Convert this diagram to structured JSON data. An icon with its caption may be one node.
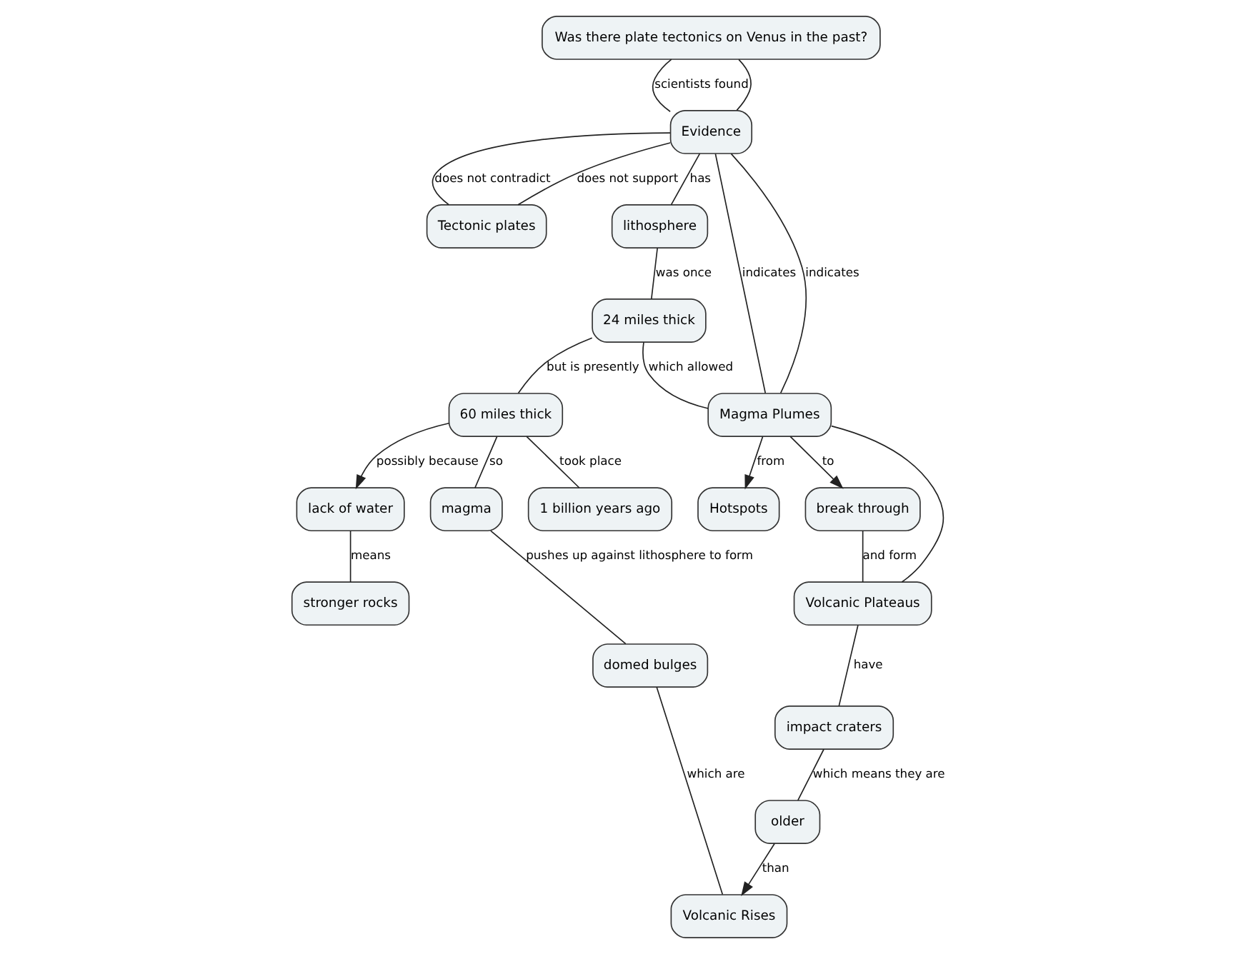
{
  "diagram": {
    "nodes": [
      {
        "text": [
          "Was there plate tectonics on Venus in the past?"
        ]
      },
      {
        "text": [
          "Evidence"
        ]
      },
      {
        "text": [
          "Tectonic plates"
        ]
      },
      {
        "text": [
          "lithosphere"
        ]
      },
      {
        "text": [
          "Hotspots"
        ]
      },
      {
        "text": [
          "24 miles thick"
        ]
      },
      {
        "text": [
          "Magma Plumes"
        ]
      },
      {
        "text": [
          "lack of water"
        ]
      },
      {
        "text": [
          "break through"
        ]
      },
      {
        "text": [
          "60 miles thick"
        ]
      },
      {
        "text": [
          "Volcanic Plateaus"
        ]
      },
      {
        "text": [
          "magma"
        ]
      },
      {
        "text": [
          "1 billion years ago"
        ]
      },
      {
        "text": [
          "stronger rocks"
        ]
      },
      {
        "text": [
          "impact craters"
        ]
      },
      {
        "text": [
          "domed bulges"
        ]
      },
      {
        "text": [
          "older"
        ]
      },
      {
        "text": [
          "Volcanic Rises"
        ]
      }
    ],
    "edges": [
      {
        "from": 0,
        "to": 1,
        "label": "scientists found",
        "arrow": "none"
      },
      {
        "from": 0,
        "to": 1,
        "arrow": "none"
      },
      {
        "from": 1,
        "to": 2,
        "label": "does not contradict",
        "arrow": "none"
      },
      {
        "from": 1,
        "to": 2,
        "label": "does not support",
        "arrow": "none"
      },
      {
        "from": 1,
        "to": 6,
        "label": "indicates",
        "arrow": "none"
      },
      {
        "from": 1,
        "to": 6,
        "label": "indicates",
        "arrow": "none"
      },
      {
        "from": 1,
        "to": 3,
        "label": "has",
        "arrow": "none"
      },
      {
        "from": 3,
        "to": 5,
        "label": "was once",
        "arrow": "none"
      },
      {
        "from": 5,
        "to": 6,
        "label": "which allowed",
        "arrow": "none"
      },
      {
        "from": 6,
        "to": 4,
        "label": "from",
        "arrow": "to"
      },
      {
        "from": 6,
        "to": 8,
        "label": "to",
        "arrow": "to"
      },
      {
        "from": 8,
        "to": 10,
        "label": "and form",
        "arrow": "none"
      },
      {
        "from": 6,
        "to": 10,
        "arrow": "none"
      },
      {
        "from": 5,
        "to": 9,
        "label": "but is presently",
        "arrow": "none"
      },
      {
        "from": 9,
        "to": 7,
        "label": "possibly because",
        "arrow": "to"
      },
      {
        "from": 7,
        "to": 13,
        "label": "means",
        "arrow": "none"
      },
      {
        "from": 9,
        "to": 12,
        "label": "took place",
        "arrow": "none"
      },
      {
        "from": 9,
        "to": 11,
        "label": "so",
        "arrow": "none"
      },
      {
        "from": 11,
        "to": 15,
        "label": "pushes up against lithosphere to form",
        "arrow": "none"
      },
      {
        "from": 10,
        "to": 14,
        "label": "have",
        "arrow": "none"
      },
      {
        "from": 14,
        "to": 16,
        "label": "which means they are",
        "arrow": "none"
      },
      {
        "from": 16,
        "to": 17,
        "label": "than",
        "arrow": "to"
      },
      {
        "from": 15,
        "to": 17,
        "label": "which are",
        "arrow": "none"
      }
    ]
  }
}
